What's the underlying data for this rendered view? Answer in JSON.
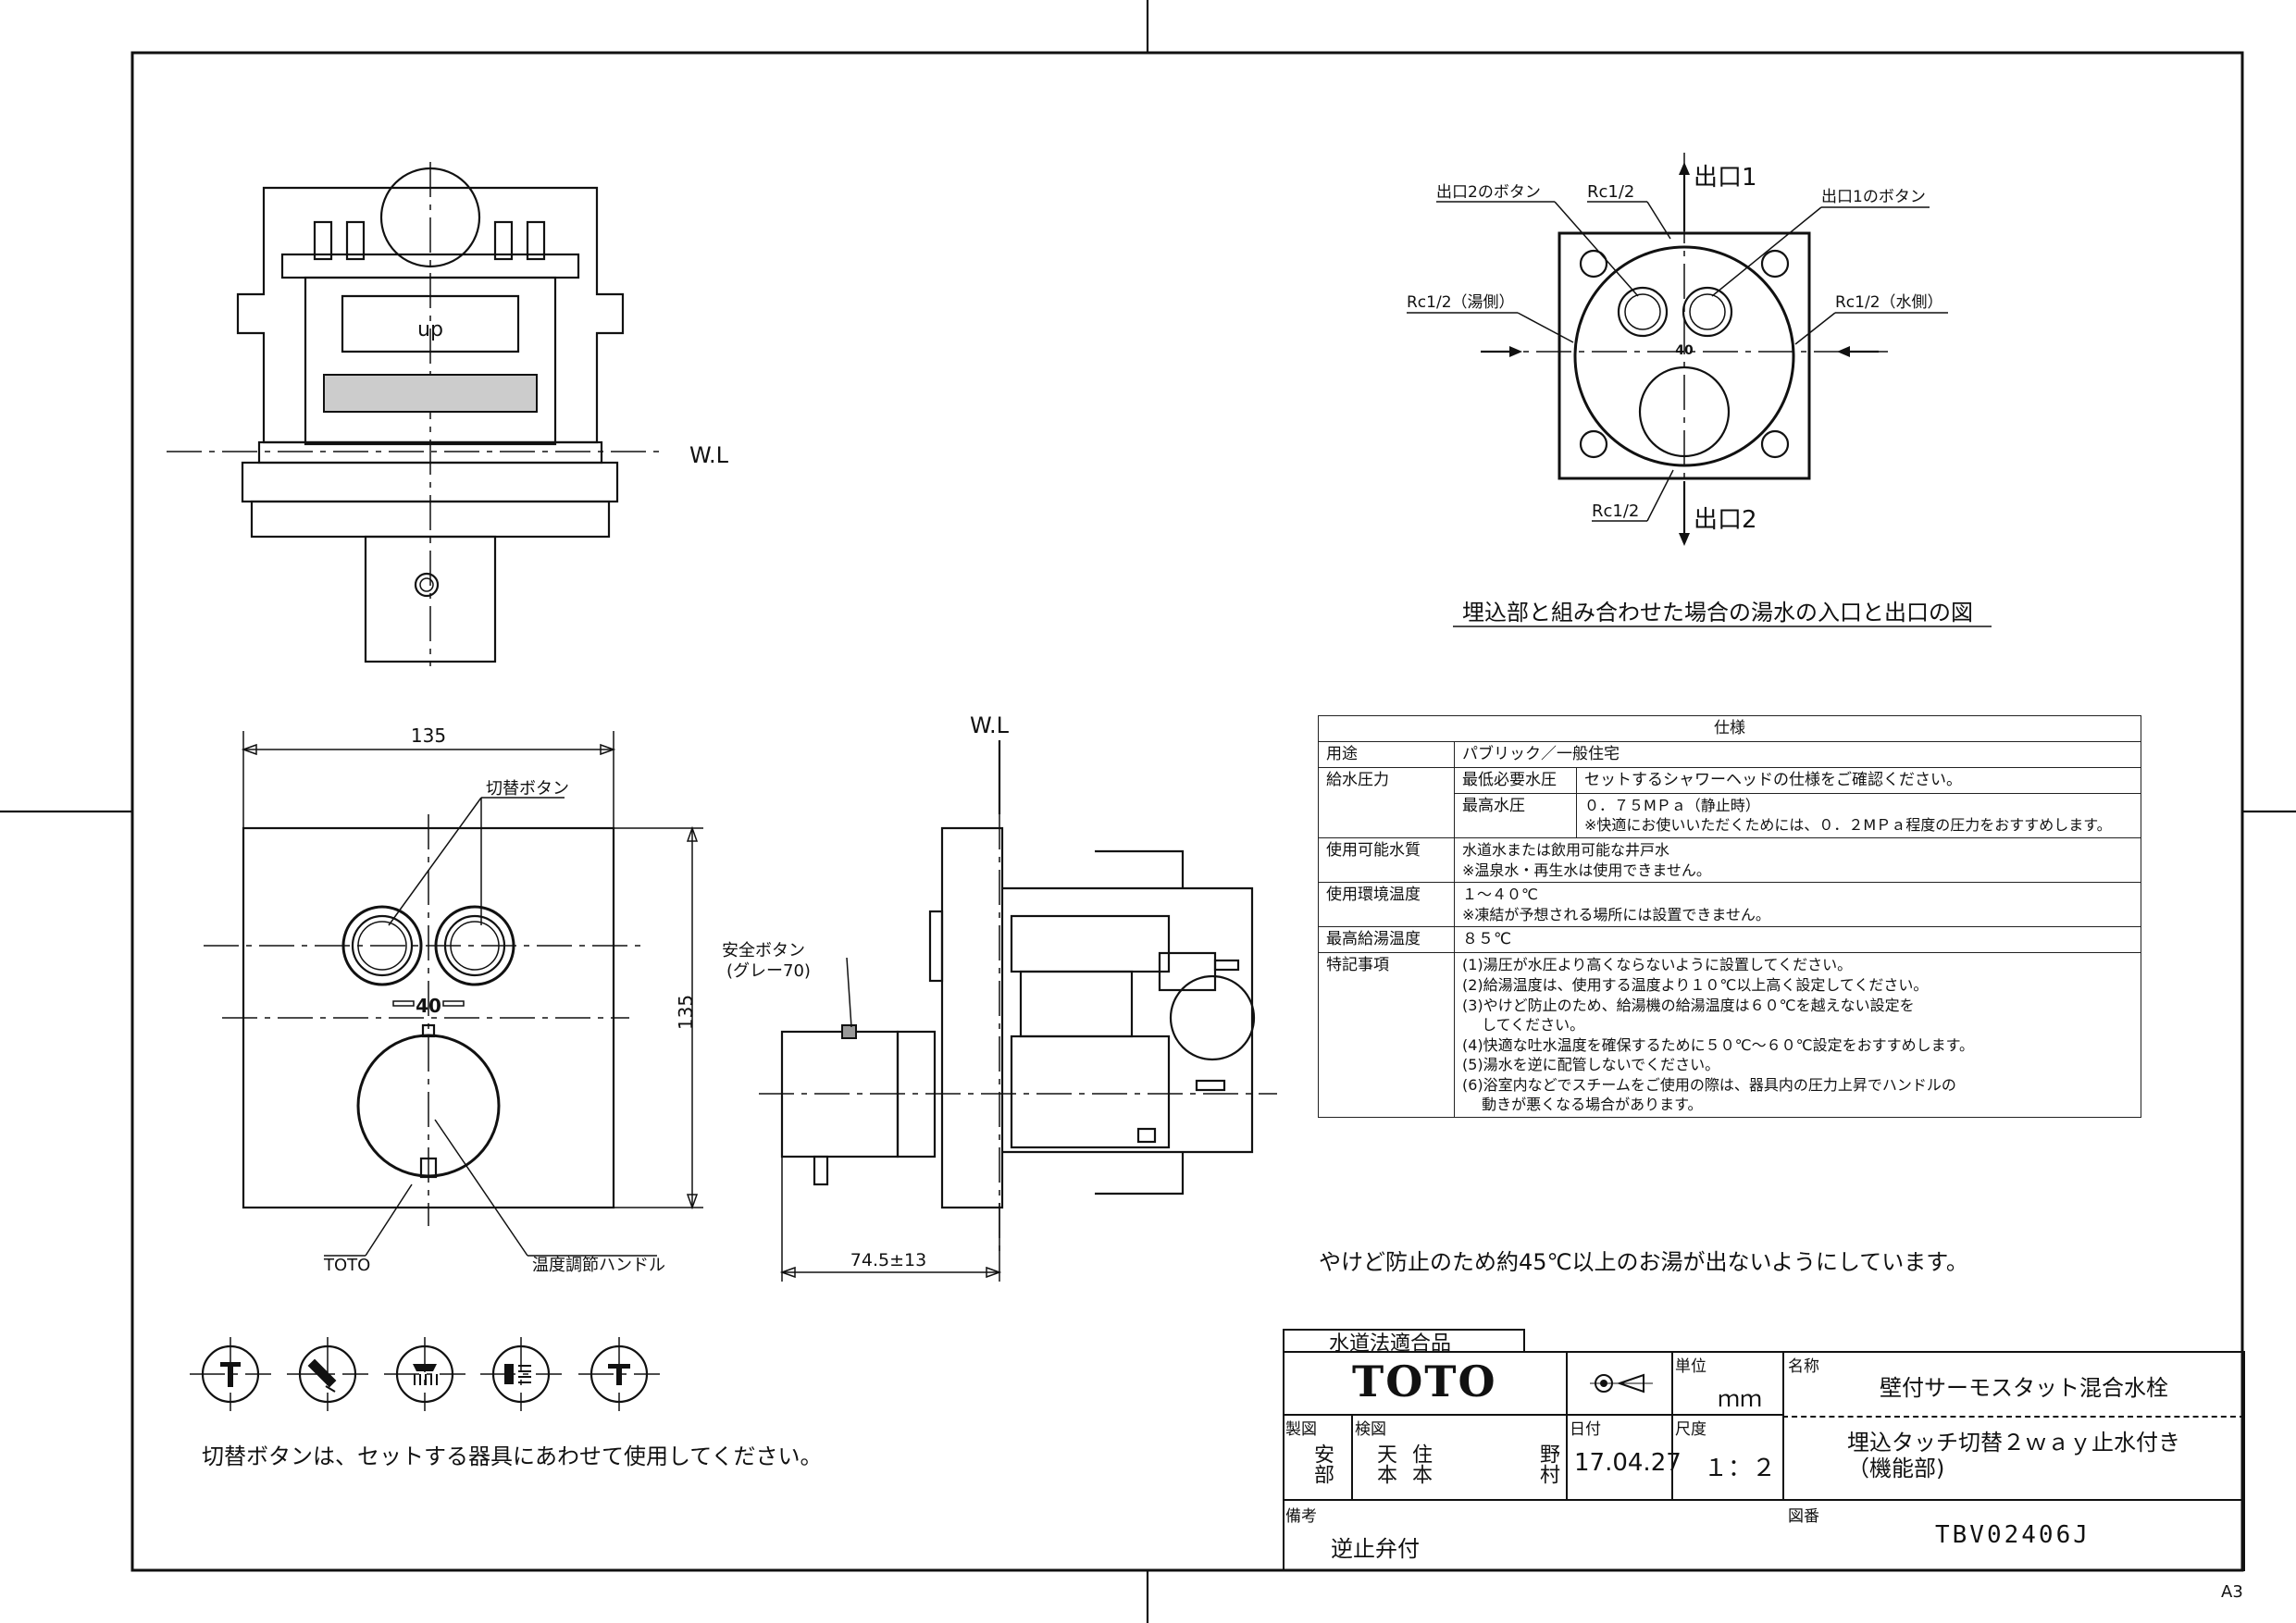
{
  "front_view": {
    "wl_label": "W.L"
  },
  "faceplate_view": {
    "width_dim": "135",
    "height_dim": "135",
    "switch_button_label": "切替ボタン",
    "temp_mark": "40",
    "toto_label": "TOTO",
    "handle_label": "温度調節ハンドル"
  },
  "side_view": {
    "wl_label": "W.L",
    "safety_button_label": "安全ボタン",
    "safety_button_color": "(グレー70)",
    "depth_dim": "74.5±13"
  },
  "inlet_outlet_view": {
    "outlet1": "出口1",
    "outlet2": "出口2",
    "outlet2_button": "出口2のボタン",
    "outlet1_button": "出口1のボタン",
    "rc_top": "Rc1/2",
    "rc_hot": "Rc1/2（湯側）",
    "rc_cold": "Rc1/2（水側）",
    "rc_bottom": "Rc1/2",
    "temp_mark": "40",
    "caption": "埋込部と組み合わせた場合の湯水の入口と出口の図"
  },
  "spec_table": {
    "title": "仕様",
    "use_label": "用途",
    "use_value": "パブリック／一般住宅",
    "pressure_label": "給水圧力",
    "min_pressure_label": "最低必要水圧",
    "min_pressure_value": "セットするシャワーヘッドの仕様をご確認ください。",
    "max_pressure_label": "最高水圧",
    "max_pressure_value": "０．７５MＰａ（静止時）",
    "max_pressure_note": "※快適にお使いいただくためには、０．２MＰａ程度の圧力をおすすめします。",
    "water_quality_label": "使用可能水質",
    "water_quality_value": "水道水または飲用可能な井戸水",
    "water_quality_note": "※温泉水・再生水は使用できません。",
    "env_temp_label": "使用環境温度",
    "env_temp_value": "１～４０℃",
    "env_temp_note": "※凍結が予想される場所には設置できません。",
    "max_hot_label": "最高給湯温度",
    "max_hot_value": "８５℃",
    "notes_label": "特記事項",
    "notes": [
      "(1)湯圧が水圧より高くならないように設置してください。",
      "(2)給湯温度は、使用する温度より１０℃以上高く設定してください。",
      "(3)やけど防止のため、給湯機の給湯温度は６０℃を越えない設定を",
      "　 してください。",
      "(4)快適な吐水温度を確保するために５０℃～６０℃設定をおすすめします。",
      "(5)湯水を逆に配管しないでください。",
      "(6)浴室内などでスチームをご使用の際は、器具内の圧力上昇でハンドルの",
      "　 動きが悪くなる場合があります。"
    ]
  },
  "burn_note": "やけど防止のため約45℃以上のお湯が出ないようにしています。",
  "switch_note": "切替ボタンは、セットする器具にあわせて使用してください。",
  "icons": [
    "faucet-icon",
    "handshower-icon",
    "overhead-shower-icon",
    "body-shower-icon",
    "spout-icon"
  ],
  "title_block": {
    "conformity": "水道法適合品",
    "brand": "TOTO",
    "unit_label": "単位",
    "unit_value": "ｍｍ",
    "name_label": "名称",
    "name_value": "壁付サーモスタット混合水栓",
    "made_label": "製図",
    "made_value": "安部",
    "checked_label": "検図",
    "checked_value_1": "天本",
    "checked_value_2": "住本",
    "checked_value_3": "野村",
    "date_label": "日付",
    "date_value": "17.04.27",
    "scale_label": "尺度",
    "scale_value": "１：２",
    "subname_value": "埋込タッチ切替２ｗａｙ止水付き（機能部)",
    "remarks_label": "備考",
    "remarks_value": "逆止弁付",
    "drawing_no_label": "図番",
    "drawing_no_value": "TBV02406J"
  },
  "sheet_size": "A3"
}
